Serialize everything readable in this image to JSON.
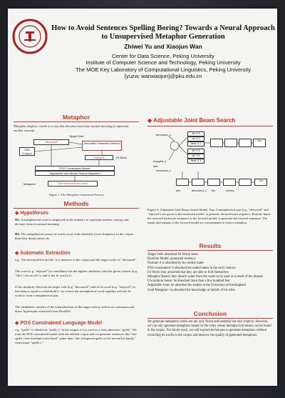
{
  "header": {
    "title": "How to Avoid Sentences Spelling Boring? Towards a Neural Approach to Unsupervised Metaphor Generation",
    "authors": "Zhiwei Yu and Xiaojun Wan",
    "affil": [
      "Center for Data Science, Peking University",
      "Institute of Computer Science and Technology, Peking University",
      "The MOE Key Laboratory of Computational Linguistics, Peking University",
      "{yuzw, wanxiaojun}@pku.edu.cn"
    ]
  },
  "metaphor": {
    "heading": "Metaphor",
    "text": "Metaphor employs words in a way that deviates from their normal meaning to represent another concept.",
    "fig_caption": "Figure 1: The Metaphor Generation Process",
    "fig": {
      "target_verb": "Target Verb",
      "devoured": "\"devoured\"",
      "wiki": "Wiki Corpus",
      "auto_ext": "Automatic Extraction Method",
      "enjoyed": "\"enjoyed\"",
      "fit_word": "Fit Word",
      "pos_model": "POS Constrained Model",
      "beam": "Adjustable Joint Beam Search Algorithm",
      "metaphor_label": "Metaphor",
      "out": "\"She devoured his novel\""
    }
  },
  "methods": {
    "heading": "Methods"
  },
  "hypotheses": {
    "heading": "Hypotheses",
    "h1_label": "H1.",
    "h1": "A metaphorical word is employed in the sentence to represent another concept and deviates from its normal meaning.",
    "h2_label": "H2.",
    "h2": "The metaphorical senses of words occur with relatively lower frequency in the corpus than their literal senses do."
  },
  "auto": {
    "heading": "Automatic Extraction",
    "p1": "e.g. \"she devoured his novels\" is a sentence in the corpus and the target word t is \"devoured\".",
    "p2": "The word (e.g. \"enjoyed\") in candidates has the highest similarity with the given context (e.g. \"she [ ] his novels\"), and is the fit word of t.",
    "p3": "If the similarity between the target verb (e.g. \"devoured\") and its fit word (e.g. \"enjoyed\") is less than or equal to a threshold δ, we extract the metaphorical word together with the fit word to form a metaphorical pair.",
    "p4": "The candidates consists of the lemmatization of the target verb as well as its synonyms and direct hypernyms extracted from WordNet."
  },
  "pos": {
    "heading": "POS Constrained Language Model",
    "text": "e.g. \"spells\" is labeled as \"spells v\" in the corpus if it is used as a verb otherwise \"spells\". We train the POS constrained model with the labeled corpus and we generate sentences like \"she spells v her husband at the hotel\" rather than \"she whispered spells we he moved his hands.\" when input \"spells v\"."
  },
  "beam": {
    "heading": "Adjustable Joint Beam Search",
    "devoured_v": "devoured_v",
    "enjoyed_v": "enjoyed_v",
    "she": "she",
    "devoured_v2": "devoured_v",
    "his": "his",
    "novels": "novels",
    "end": "</s>",
    "scores_top": [
      "fw: 0.4",
      "av: 0.1",
      "fixed: 0.1"
    ],
    "scores_bot": [
      "fw: 0.3",
      "av: 0.4",
      "fixed: 0.1"
    ],
    "caption": "Figure 2: Adjustable Joint Beam Search Model. Top: A metaphorical pair (e.g. \"devoured\" and \"enjoyed\") are given to the backward model, to generate the backward sequence. Bottom: Input the reversed backward sequence to the forward model, to generate the forward sequence. The inputs and outputs of the forward model are concatenated to form a metaphor."
  },
  "results": {
    "heading": "Results",
    "lines": [
      "Target Verb: absorbed          Fit Word: learn",
      "Baseline Model: generated sentence",
      "Normal: it is absorbed by the united states",
      "POS-constrained: it absorbed the united states in the early century",
      "Fit Word: they absorbed that they are able to find themselves",
      "Metaphor Based: they absorb water from the water to be used as a result of the disease",
      "Uncommon Sense: he absorbed more than a few hundred feet",
      "Adjustable Joint: he absorbed his studies at the University of birmingham",
      "Gold Metaphor: he absorbed the knowledge or beliefs of his tribe"
    ]
  },
  "conclusion": {
    "heading": "Conclusion",
    "text": "We generate metaphors which are not only fluent and readable but also creative. However, we can only generate metaphors based on the verbs whose metaphorical senses can be found in the corpus. For future work, we will explore techniques to generate metaphors without extracting its words in the corpus and improve the quality of generated metaphors."
  },
  "logo": {
    "university": "PEKING UNIVERSITY",
    "year": "1898"
  }
}
